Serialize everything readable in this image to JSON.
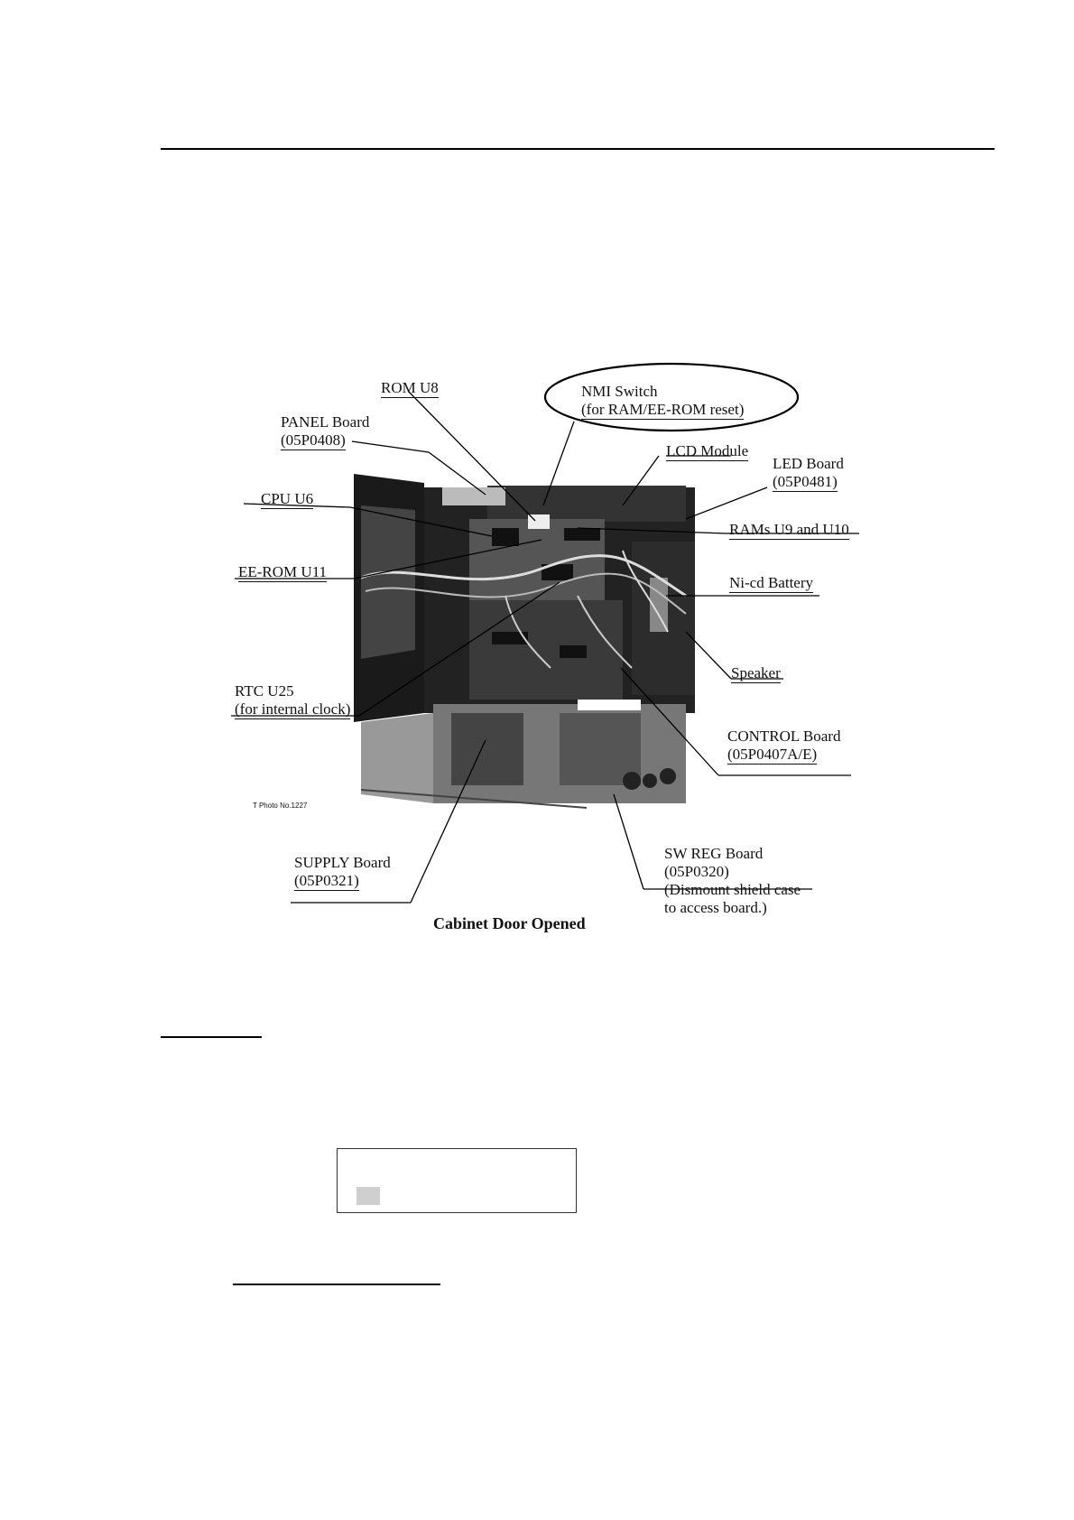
{
  "figure": {
    "caption": "Cabinet Door Opened",
    "photo_no": "T   Photo  No.1227",
    "labels": {
      "rom_u8": "ROM U8",
      "nmi_switch_line1": "NMI Switch",
      "nmi_switch_line2": "(for RAM/EE-ROM reset)",
      "panel_board_line1": "PANEL Board",
      "panel_board_line2": "(05P0408)",
      "lcd_module": "LCD Module",
      "led_board_line1": "LED Board",
      "led_board_line2": "(05P0481)",
      "cpu_u6": "CPU U6",
      "rams": "RAMs U9 and U10",
      "ee_rom": "EE-ROM U11",
      "nicd_battery": "Ni-cd Battery",
      "speaker": "Speaker",
      "rtc_line1": "RTC U25",
      "rtc_line2": "(for internal clock)",
      "control_board_line1": "CONTROL Board",
      "control_board_line2": "(05P0407A/E)",
      "supply_board_line1": "SUPPLY Board",
      "supply_board_line2": "(05P0321)",
      "swreg_line1": "SW REG Board",
      "swreg_line2": "(05P0320)",
      "swreg_line3": "(Dismount shield case",
      "swreg_line4": "to access board.)"
    }
  },
  "display_box": {
    "cursor_color": "#cfcfcf"
  }
}
